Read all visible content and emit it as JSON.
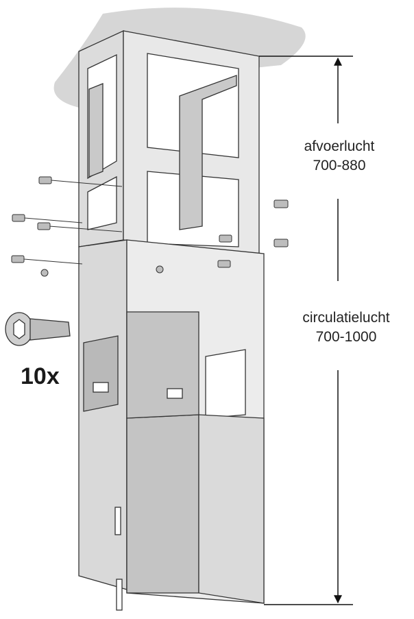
{
  "labels": {
    "exhaust_title": "afvoerlucht",
    "exhaust_range": "700-880",
    "circulation_title": "circulatielucht",
    "circulation_range": "700-1000",
    "screw_quantity": "10x"
  },
  "icons": {
    "screw": "torx-screw-icon",
    "arrow_up": "arrow-up-icon",
    "arrow_down": "arrow-down-icon"
  },
  "colors": {
    "panel_light": "#e9e9e9",
    "panel_mid": "#d2d2d2",
    "panel_dark": "#b8b8b8",
    "ceiling": "#d8d8d8",
    "outline": "#333333"
  }
}
